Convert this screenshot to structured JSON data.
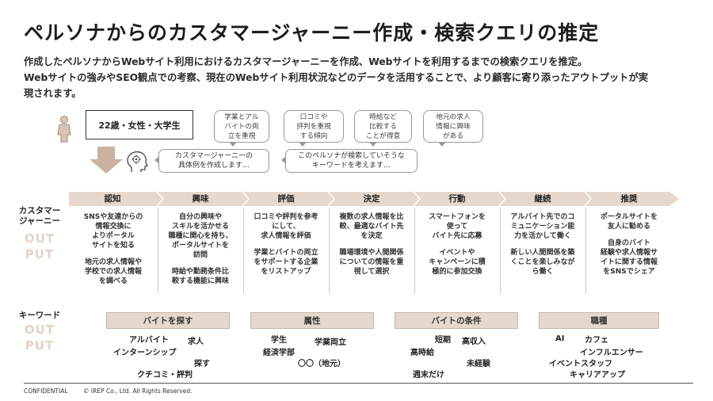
{
  "title": "ペルソナからのカスタマージャーニー作成・検索クエリの推定",
  "description": [
    "作成したペルソナからWebサイト利用におけるカスタマージャーニーを作成、Webサイトを利用するまでの検索クエリを推定。",
    "Webサイトの強みやSEO観点での考察、現在のWebサイト利用状況などのデータを活用することで、より顧客に寄り添ったアウトプットが実",
    "現されます。"
  ],
  "persona": {
    "label": "22歳・女性・大学生",
    "traits": [
      [
        "学業とアル",
        "バイトの両",
        "立を重視"
      ],
      [
        "口コミや",
        "評判を重視",
        "する傾向"
      ],
      [
        "時給など",
        "比較する",
        "ことが得意"
      ],
      [
        "地元の求人",
        "情報に興味",
        "がある"
      ]
    ],
    "note1": [
      "カスタマージャーニーの",
      "具体例を作成します…"
    ],
    "note2": [
      "このペルソナが検索していそうな",
      "キーワードを考えます…"
    ]
  },
  "journey": {
    "side_label": [
      "カスタマー",
      "ジャーニー"
    ],
    "out": [
      "OUT",
      "PUT"
    ],
    "stages": [
      {
        "name": "認知",
        "text": [
          "SNSや友達からの",
          "情報交換に",
          "よりポータル",
          "サイトを知る",
          "",
          "地元の求人情報や",
          "学校での求人情報",
          "を調べる"
        ]
      },
      {
        "name": "興味",
        "text": [
          "自分の興味や",
          "スキルを活かせる",
          "職種に関心を持ち、",
          "ポータルサイトを",
          "訪問",
          "",
          "時給や勤務条件比",
          "較する機能に興味"
        ]
      },
      {
        "name": "評価",
        "text": [
          "口コミや評判を参考",
          "にして、",
          "求人情報を評価",
          "",
          "学業とバイトの両立",
          "をサポートする企業",
          "をリストアップ"
        ]
      },
      {
        "name": "決定",
        "text": [
          "複数の求人情報を比",
          "較、最適なバイト先",
          "を決定",
          "",
          "職場環境や人間関係",
          "についての情報を重",
          "視して選択"
        ]
      },
      {
        "name": "行動",
        "text": [
          "スマートフォンを",
          "使って",
          "バイト先に応募",
          "",
          "イベントや",
          "キャンペーンに積",
          "極的に参加交換"
        ]
      },
      {
        "name": "継続",
        "text": [
          "アルバイト先でのコ",
          "ミュニケーション能",
          "力を活かして働く",
          "",
          "新しい人間関係を築",
          "くことを楽しみなが",
          "ら働く"
        ]
      },
      {
        "name": "推奨",
        "text": [
          "ポータルサイトを",
          "友人に勧める",
          "",
          "自身のバイト",
          "経験や求人情報サ",
          "イトに関する情報",
          "をSNSでシェア"
        ]
      }
    ]
  },
  "keywords": {
    "side_label": "キーワード",
    "out": [
      "OUT",
      "PUT"
    ],
    "groups": [
      {
        "name": "バイトを探す",
        "words": [
          "アルバイト",
          "求人",
          "インターンシップ",
          "探す",
          "クチコミ・評判"
        ]
      },
      {
        "name": "属性",
        "words": [
          "学生",
          "学業両立",
          "経済学部",
          "〇〇（地元）"
        ]
      },
      {
        "name": "バイトの条件",
        "words": [
          "短期",
          "高収入",
          "高時給",
          "未経験",
          "週末だけ"
        ]
      },
      {
        "name": "職種",
        "words": [
          "AI",
          "カフェ",
          "インフルエンサー",
          "イベントスタッフ",
          "キャリアアップ"
        ]
      }
    ]
  },
  "footer": {
    "confidential": "CONFIDENTIAL",
    "copyright": "© IREP Co., Ltd. All Rights Reserved."
  },
  "colors": {
    "accent": "#e3d3c6",
    "box": "#e6d8cc",
    "icon": "#c9b3a0"
  }
}
